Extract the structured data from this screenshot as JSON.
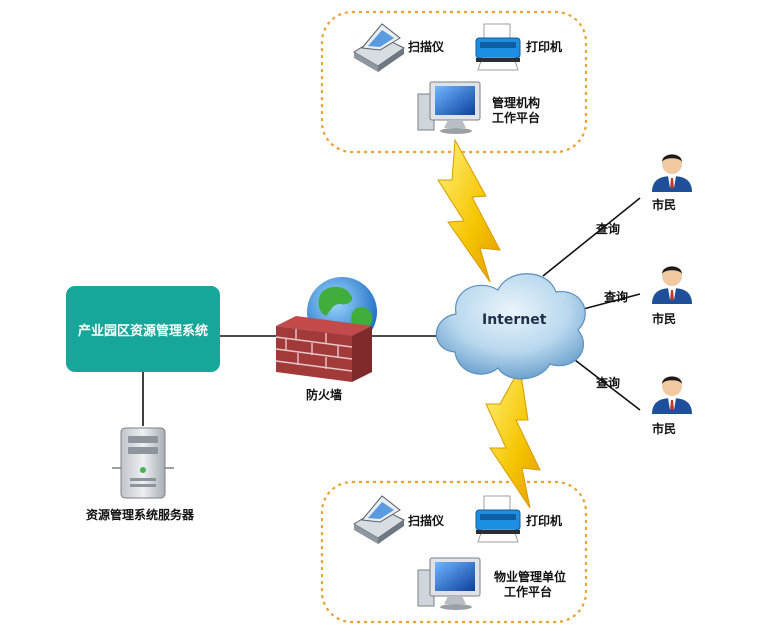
{
  "system": {
    "label": "产业园区资源管理系统"
  },
  "server": {
    "label": "资源管理系统服务器"
  },
  "firewall": {
    "label": "防火墙"
  },
  "internet": {
    "label": "Internet"
  },
  "top_group": {
    "scanner": "扫描仪",
    "printer": "打印机",
    "platform_line1": "管理机构",
    "platform_line2": "工作平台"
  },
  "bottom_group": {
    "scanner": "扫描仪",
    "printer": "打印机",
    "platform_line1": "物业管理单位",
    "platform_line2": "工作平台"
  },
  "citizens": [
    {
      "label": "市民",
      "link": "查询"
    },
    {
      "label": "市民",
      "link": "查询"
    },
    {
      "label": "市民",
      "link": "查询"
    }
  ],
  "colors": {
    "system_box": "#17a69a",
    "group_border": "#f0a030",
    "lightning": "#f5c400",
    "cloud": "#a9cde8",
    "firewall_brick": "#a33a3a"
  },
  "icons": [
    "scanner-icon",
    "printer-icon",
    "monitor-icon",
    "server-icon",
    "globe-icon",
    "firewall-icon",
    "cloud-icon",
    "lightning-icon",
    "person-icon"
  ]
}
